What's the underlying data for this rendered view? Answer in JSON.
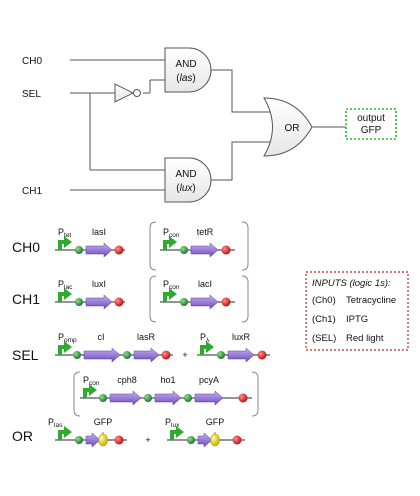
{
  "logic": {
    "inputs": {
      "ch0": "CH0",
      "sel": "SEL",
      "ch1": "CH1"
    },
    "and_top": {
      "line1": "AND",
      "line2": "las"
    },
    "and_bottom": {
      "line1": "AND",
      "line2": "lux"
    },
    "or_gate": "OR",
    "output": {
      "line1": "output",
      "line2": "GFP"
    }
  },
  "rows": {
    "ch0": {
      "label": "CH0",
      "c1": {
        "promoter": "P",
        "promoter_sub": "tet",
        "gene": "lasI"
      },
      "c2": {
        "promoter": "P",
        "promoter_sub": "con",
        "gene": "tetR"
      }
    },
    "ch1": {
      "label": "CH1",
      "c1": {
        "promoter": "P",
        "promoter_sub": "lac",
        "gene": "luxI"
      },
      "c2": {
        "promoter": "P",
        "promoter_sub": "con",
        "gene": "lacI"
      }
    },
    "sel": {
      "label": "SEL",
      "c1": {
        "promoter": "P",
        "promoter_sub": "omp",
        "gene1": "cI",
        "gene2": "lasR"
      },
      "plus": "+",
      "c2": {
        "promoter": "P",
        "promoter_sub": "λ",
        "gene": "luxR"
      },
      "c3": {
        "promoter": "P",
        "promoter_sub": "con",
        "gene1": "cph8",
        "gene2": "ho1",
        "gene3": "pcyA"
      }
    },
    "or": {
      "label": "OR",
      "c1": {
        "promoter": "P",
        "promoter_sub": "las",
        "gene": "GFP"
      },
      "plus": "+",
      "c2": {
        "promoter": "P",
        "promoter_sub": "lux",
        "gene": "GFP"
      }
    }
  },
  "legend": {
    "title": "INPUTS (logic 1s):",
    "items": [
      {
        "key": "(Ch0)",
        "value": "Tetracycline"
      },
      {
        "key": "(Ch1)",
        "value": "IPTG"
      },
      {
        "key": "(SEL)",
        "value": "Red light"
      }
    ]
  },
  "colors": {
    "promoter": "#2eaa2e",
    "rbs": "#2e8b3e",
    "gene": "#8e6ad6",
    "terminator": "#d01818",
    "gfp_rbs": "#f0e020",
    "output_border": "#22bb22",
    "legend_border": "#cc2222"
  }
}
